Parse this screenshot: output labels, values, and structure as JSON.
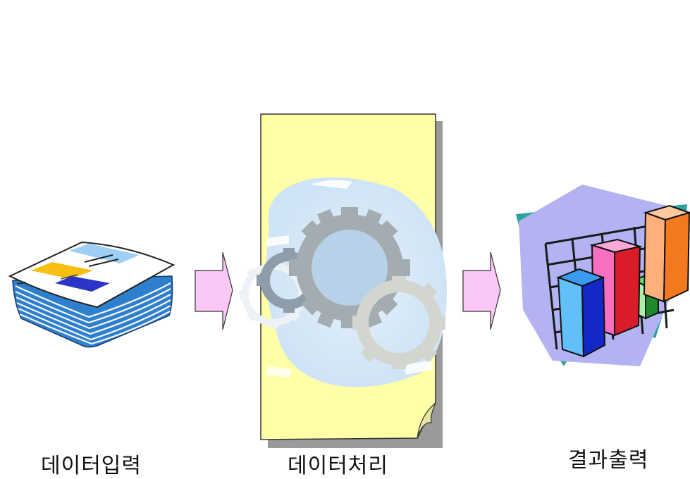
{
  "steps": [
    {
      "label": "데이터입력",
      "icon": "paper-stack-icon"
    },
    {
      "label": "데이터처리",
      "icon": "gears-document-icon"
    },
    {
      "label": "결과출력",
      "icon": "bar-chart-icon"
    }
  ],
  "colors": {
    "arrow_fill": "#f9c8f4",
    "document_fill": "#ffffa8",
    "gear_dark": "#8d9da9",
    "gear_center": "#b7d1e8",
    "gear_light": "#d2d6cf",
    "chart_purple": "#b3b3f3",
    "chart_teal": "#2aa29a",
    "bar_blue": "#1f8be6",
    "bar_pink": "#e8268a",
    "bar_green": "#2aa340",
    "bar_orange": "#f4781e"
  }
}
